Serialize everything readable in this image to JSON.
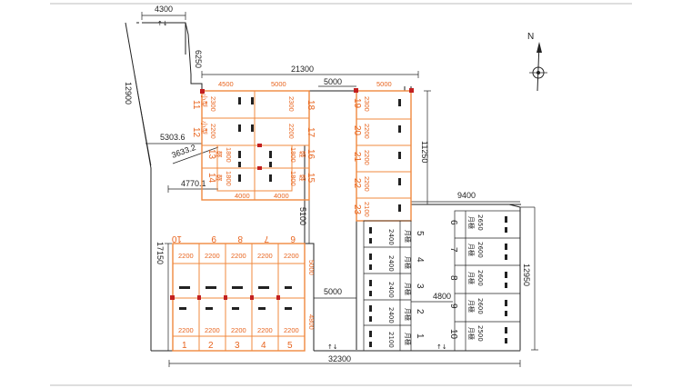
{
  "dimensions": {
    "top_width": "4300",
    "left_setback": "6250",
    "main_width": "21300",
    "left_height": "12900",
    "diag_a": "5303.6",
    "diag_b": "3633.2",
    "offset_4770": "4770.1",
    "row_width_a": "4500",
    "row_width_b": "5000",
    "aisle_a": "5000",
    "aisle_b": "5000",
    "right_height_a": "11250",
    "right_width": "9400",
    "aisle_vertical": "5100",
    "left_height_b": "17150",
    "right_height_b": "12950",
    "aisle_c": "5000",
    "aisle_d": "4800",
    "bottom_width": "32300",
    "col_height_5000": "5000",
    "col_height_4800": "4800"
  },
  "compass": {
    "north_label": "N"
  },
  "stalls": {
    "upper_left": [
      {
        "num": "11",
        "tag": "小型",
        "width": "2300"
      },
      {
        "num": "12",
        "tag": "小型",
        "width": "2200"
      },
      {
        "num": "13",
        "tag": "軽",
        "width": "1800"
      },
      {
        "num": "14",
        "tag": "軽",
        "width": "1800"
      }
    ],
    "upper_right": [
      {
        "num": "18",
        "width": "2300"
      },
      {
        "num": "17",
        "width": "2200"
      },
      {
        "num": "16",
        "tag": "軽",
        "width": "1800"
      },
      {
        "num": "15",
        "tag": "軽",
        "width": "1800"
      }
    ],
    "upper_row_widths": [
      "4000",
      "4000"
    ],
    "center_column": [
      {
        "num": "19",
        "width": "2300"
      },
      {
        "num": "20",
        "width": "2200"
      },
      {
        "num": "21",
        "width": "2200"
      },
      {
        "num": "22",
        "width": "2200"
      },
      {
        "num": "23",
        "width": "2100"
      }
    ],
    "lower_left_top": [
      {
        "num": "10",
        "width": "2200"
      },
      {
        "num": "9",
        "width": "2200"
      },
      {
        "num": "8",
        "width": "2200"
      },
      {
        "num": "7",
        "width": "2200"
      },
      {
        "num": "6",
        "width": "2200"
      }
    ],
    "lower_left_bottom": [
      {
        "num": "1",
        "width": "2200"
      },
      {
        "num": "2",
        "width": "2200"
      },
      {
        "num": "3",
        "width": "2200"
      },
      {
        "num": "4",
        "width": "2200"
      },
      {
        "num": "5",
        "width": "2200"
      }
    ],
    "monthly_left": [
      {
        "num": "5",
        "tag": "月極",
        "width": "2400"
      },
      {
        "num": "4",
        "tag": "月極",
        "width": "2400"
      },
      {
        "num": "3",
        "tag": "月極",
        "width": "2400"
      },
      {
        "num": "2",
        "tag": "月極",
        "width": "2400"
      },
      {
        "num": "1",
        "tag": "月極",
        "width": "2100"
      }
    ],
    "monthly_right": [
      {
        "num": "6",
        "tag": "月極",
        "width": "2650"
      },
      {
        "num": "7",
        "tag": "月極",
        "width": "2600"
      },
      {
        "num": "8",
        "tag": "月極",
        "width": "2600"
      },
      {
        "num": "9",
        "tag": "月極",
        "width": "2600"
      },
      {
        "num": "10",
        "tag": "月極",
        "width": "2500"
      }
    ]
  }
}
